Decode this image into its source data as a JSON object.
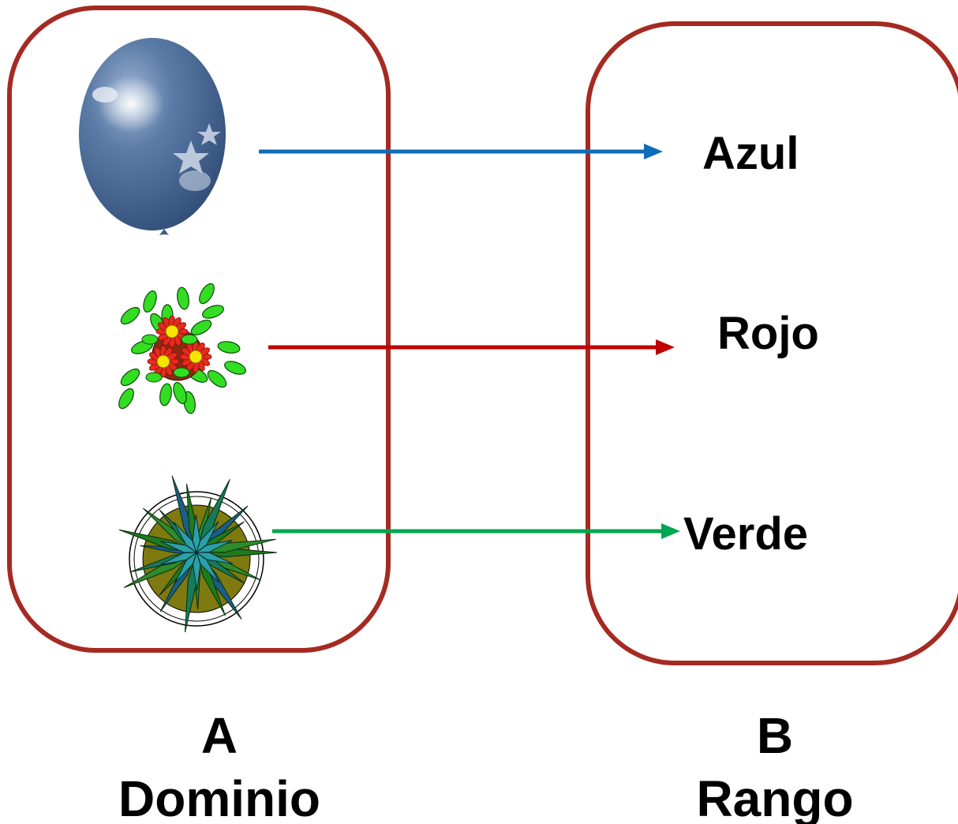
{
  "colors": {
    "set_border": "#A52A22",
    "arrow_blue": "#0F6DB8",
    "arrow_red": "#C00000",
    "arrow_green": "#00A550",
    "text": "#000000"
  },
  "domain_set": {
    "letter": "A",
    "name": "Dominio",
    "elements": [
      {
        "icon": "balloon-icon"
      },
      {
        "icon": "flower-bouquet-icon"
      },
      {
        "icon": "potted-plant-icon"
      }
    ]
  },
  "range_set": {
    "letter": "B",
    "name": "Rango",
    "elements": [
      {
        "label": "Azul"
      },
      {
        "label": "Rojo"
      },
      {
        "label": "Verde"
      }
    ]
  },
  "mapping": [
    {
      "from": "balloon-icon",
      "to": "Azul",
      "color": "#0F6DB8"
    },
    {
      "from": "flower-bouquet-icon",
      "to": "Rojo",
      "color": "#C00000"
    },
    {
      "from": "potted-plant-icon",
      "to": "Verde",
      "color": "#00A550"
    }
  ]
}
